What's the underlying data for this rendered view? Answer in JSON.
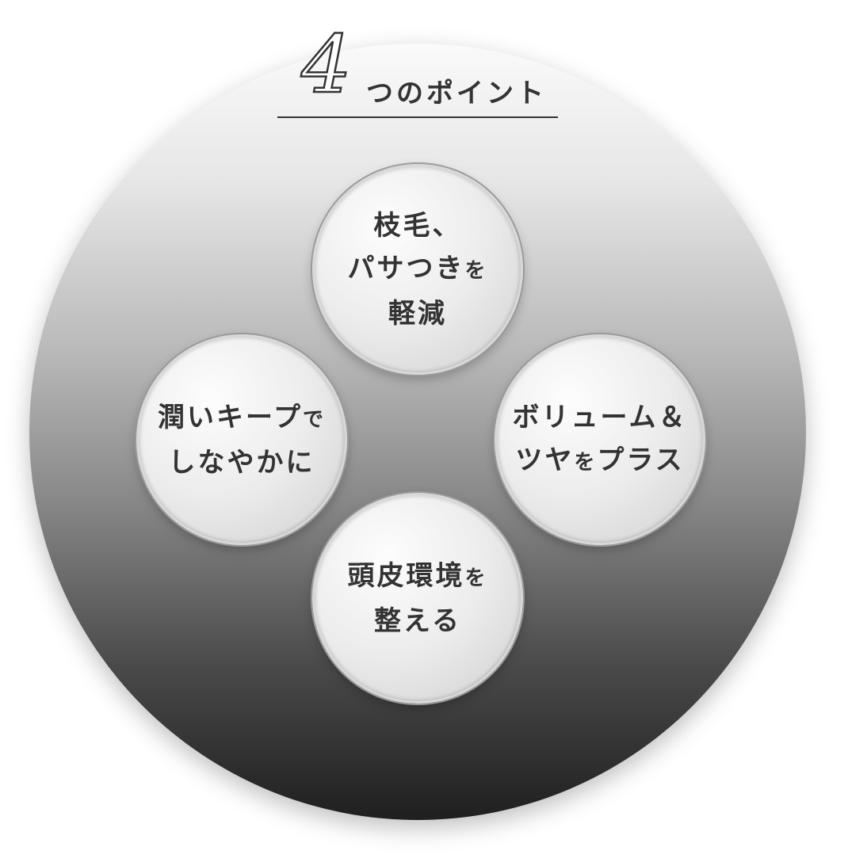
{
  "title": {
    "number": "4",
    "text": "つのポイント"
  },
  "points": [
    {
      "lines": [
        [
          "枝毛、",
          ""
        ],
        [
          "パサつき",
          "を"
        ],
        [
          "軽減",
          ""
        ]
      ]
    },
    {
      "lines": [
        [
          "潤いキープ",
          "で"
        ],
        [
          "しなやかに",
          ""
        ]
      ]
    },
    {
      "lines": [
        [
          "ボリューム＆",
          ""
        ],
        [
          "ツヤ",
          "を",
          "プラス"
        ]
      ]
    },
    {
      "lines": [
        [
          "頭皮環境",
          "を"
        ],
        [
          "整える",
          ""
        ]
      ]
    }
  ]
}
